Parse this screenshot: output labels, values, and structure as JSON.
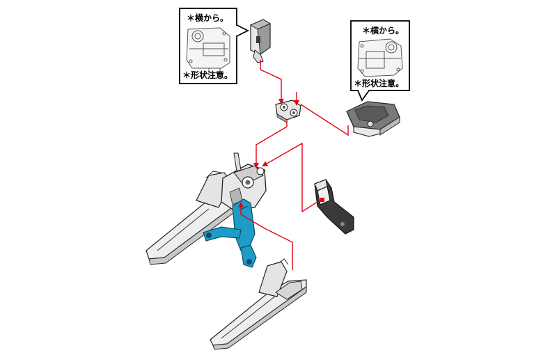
{
  "callouts": [
    {
      "line1": "＊横から。",
      "line2": "＊形状注意。"
    },
    {
      "line1": "＊横から。",
      "line2": "＊形状注意。"
    }
  ],
  "colors": {
    "arrow": "#e60012",
    "accent_part": "#1f9bc8",
    "part_fill": "#eeeeee",
    "part_shade": "#c8c8c8",
    "part_dark": "#3a3a3a",
    "outline": "#222222"
  }
}
